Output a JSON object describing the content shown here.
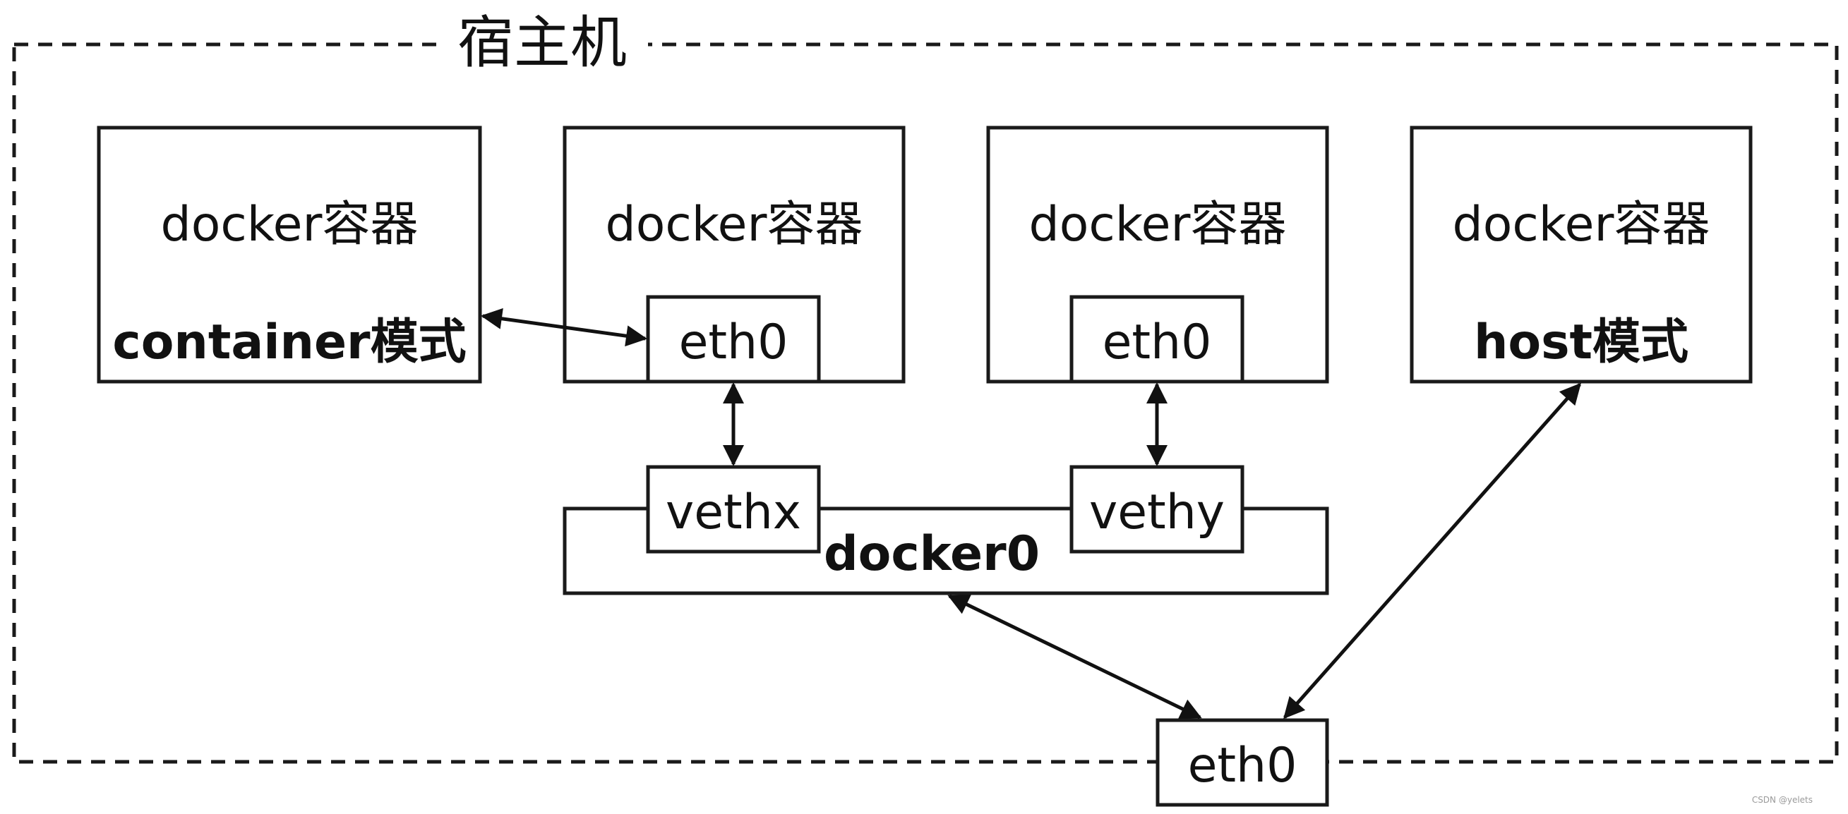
{
  "host": {
    "label": "宿主机"
  },
  "containers": [
    {
      "title": "docker容器",
      "mode_label": "container模式"
    },
    {
      "title": "docker容器",
      "iface_label": "eth0"
    },
    {
      "title": "docker容器",
      "iface_label": "eth0"
    },
    {
      "title": "docker容器",
      "mode_label": "host模式"
    }
  ],
  "bridge": {
    "label": "docker0",
    "veth_left": "vethx",
    "veth_right": "vethy"
  },
  "host_nic": {
    "label": "eth0"
  },
  "watermark": {
    "text": "CSDN @yelets"
  },
  "colors": {
    "stroke": "#1a1a1a",
    "background": "#ffffff",
    "text": "#111111"
  }
}
